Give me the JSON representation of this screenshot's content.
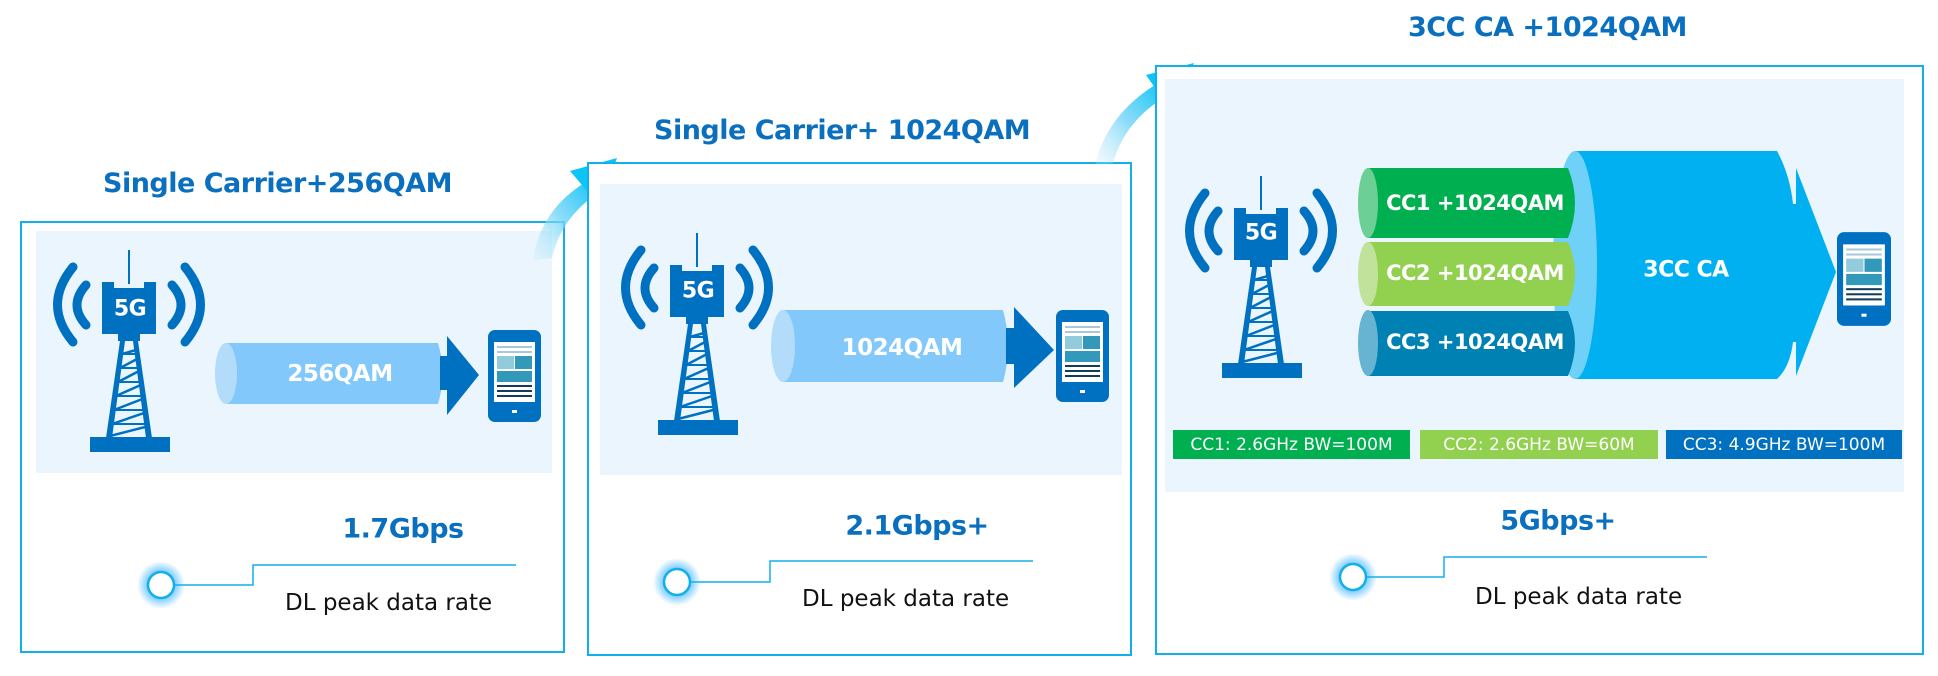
{
  "colors": {
    "accent_blue": "#0a6fbe",
    "panel_border": "#12b0ea",
    "panel_fill": "#eaf5fd",
    "tower_blue": "#0070c0",
    "tube_light": "#82c8fb",
    "cc1_green": "#00b050",
    "cc2_green": "#92d050",
    "cc3_blue": "#0081b4",
    "ca_cyan": "#00b0f0"
  },
  "panels": [
    {
      "title": "Single Carrier+256QAM",
      "tower_label": "5G",
      "tube_label": "256QAM",
      "rate": "1.7Gbps",
      "rate_caption": "DL peak data rate"
    },
    {
      "title": "Single Carrier+ 1024QAM",
      "tower_label": "5G",
      "tube_label": "1024QAM",
      "rate": "2.1Gbps+",
      "rate_caption": "DL peak data rate"
    },
    {
      "title": "3CC CA +1024QAM",
      "tower_label": "5G",
      "carriers": [
        {
          "label": "CC1 +1024QAM",
          "spec": "CC1: 2.6GHz BW=100M"
        },
        {
          "label": "CC2 +1024QAM",
          "spec": "CC2: 2.6GHz BW=60M"
        },
        {
          "label": "CC3 +1024QAM",
          "spec": "CC3: 4.9GHz BW=100M"
        }
      ],
      "aggregate_label": "3CC CA",
      "rate": "5Gbps+",
      "rate_caption": "DL peak data rate"
    }
  ],
  "icons": {
    "tower": "5g-base-station-icon",
    "phone": "smartphone-icon",
    "progress_arrow": "curved-arrow-icon",
    "bullet": "glowing-circle-icon"
  }
}
